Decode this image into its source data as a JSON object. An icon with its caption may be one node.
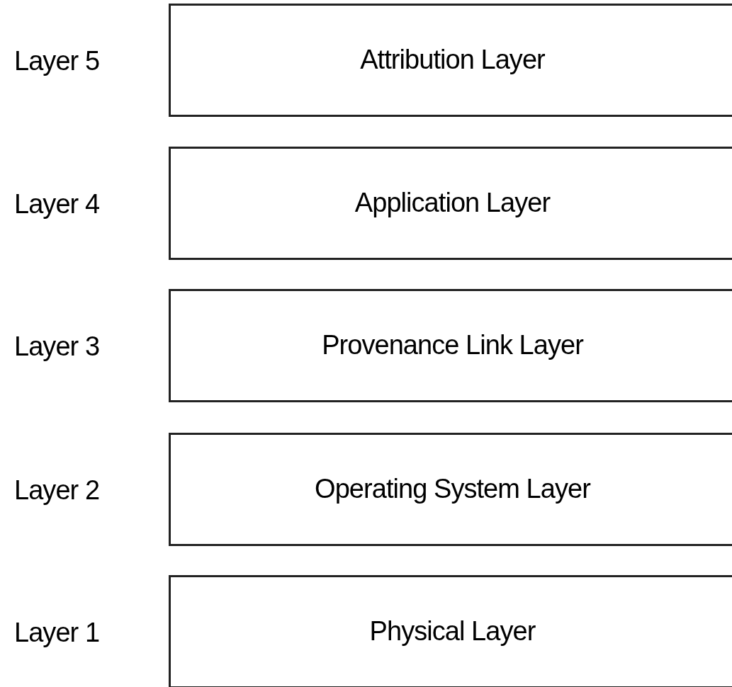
{
  "diagram": {
    "nodes": [
      {
        "text": [
          "Attribution Layer"
        ],
        "beside": [
          "Layer 5"
        ]
      },
      {
        "text": [
          "Application Layer"
        ],
        "beside": [
          "Layer 4"
        ]
      },
      {
        "text": [
          "Provenance Link Layer"
        ],
        "beside": [
          "Layer 3"
        ]
      },
      {
        "text": [
          "Operating System Layer"
        ],
        "beside": [
          "Layer 2"
        ]
      },
      {
        "text": [
          "Physical Layer"
        ],
        "beside": [
          "Layer 1"
        ]
      }
    ],
    "edges": []
  }
}
